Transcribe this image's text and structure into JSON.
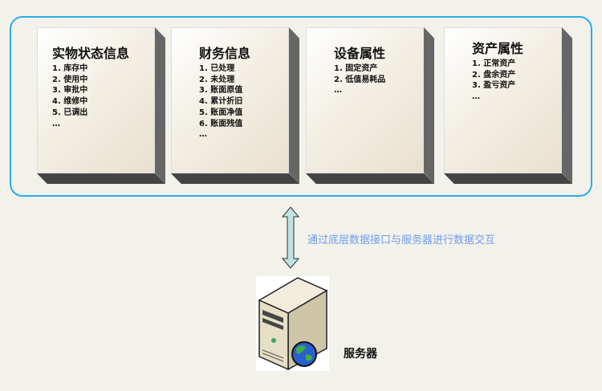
{
  "boxes": [
    {
      "title": "实物状态信息",
      "items": [
        "1. 库存中",
        "2. 使用中",
        "3. 审批中",
        "4. 维修中",
        "5. 已调出",
        "…"
      ]
    },
    {
      "title": "财务信息",
      "items": [
        "1. 已处理",
        "2. 未处理",
        "3. 账面原值",
        "4. 累计折旧",
        "5. 账面净值",
        "6. 账面残值",
        "…"
      ]
    },
    {
      "title": "设备属性",
      "items": [
        "1. 固定资产",
        "2. 低值易耗品",
        "…"
      ]
    },
    {
      "title": "资产属性",
      "items": [
        "1. 正常资产",
        "2. 盘余资产",
        "3. 盈亏资产",
        "…"
      ]
    }
  ],
  "connection_label": "通过底层数据接口与服务器进行数据交互",
  "server_label": "服务器",
  "colors": {
    "frame": "#29aee6",
    "link_text": "#6d9df0",
    "arrow": "#bfe3e3"
  }
}
